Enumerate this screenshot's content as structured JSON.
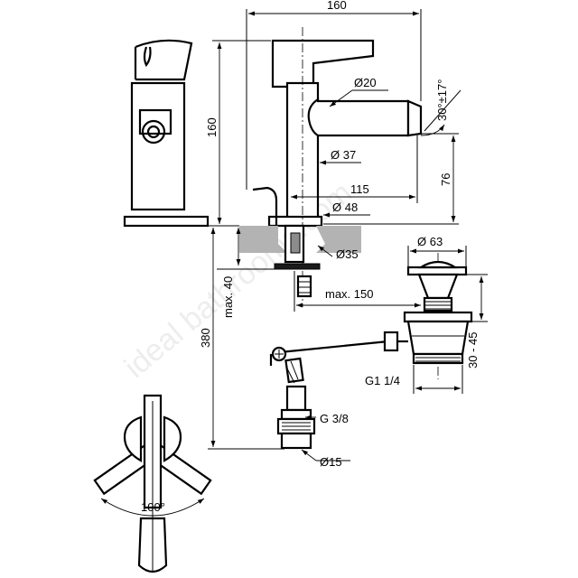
{
  "watermark": "ideal bathrooms.com",
  "dimensions": {
    "overall_length": "160",
    "overall_height": "160",
    "spout_diameter": "Ø20",
    "spout_angle": "30°±17°",
    "body_diameter": "Ø 37",
    "spout_reach": "115",
    "base_diameter": "Ø 48",
    "spout_height": "76",
    "hole_diameter": "Ø35",
    "max_deck_thickness": "max. 40",
    "max_waste_distance": "max. 150",
    "waste_flange_diameter": "Ø 63",
    "waste_length_range": "30 - 45",
    "waste_thread": "G1 1/4",
    "total_height": "380",
    "inlet_thread": "G 3/8",
    "flexible_diameter": "Ø15",
    "handle_rotation": "100°"
  }
}
